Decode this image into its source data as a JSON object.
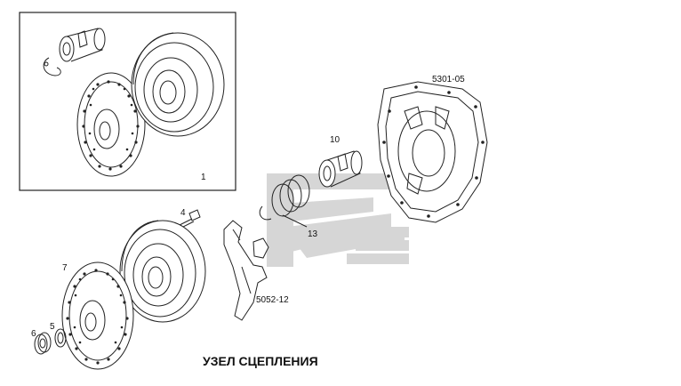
{
  "title": "УЗЕЛ СЦЕПЛЕНИЯ",
  "labels": {
    "kit": "1",
    "bolt": "4",
    "part5": "5",
    "part6": "6",
    "disc": "7",
    "bearing": "10",
    "rings": "13",
    "fork": "5052-12",
    "housing": "5301-05"
  },
  "colors": {
    "line": "#222222",
    "watermark": "#d4d4d4"
  }
}
